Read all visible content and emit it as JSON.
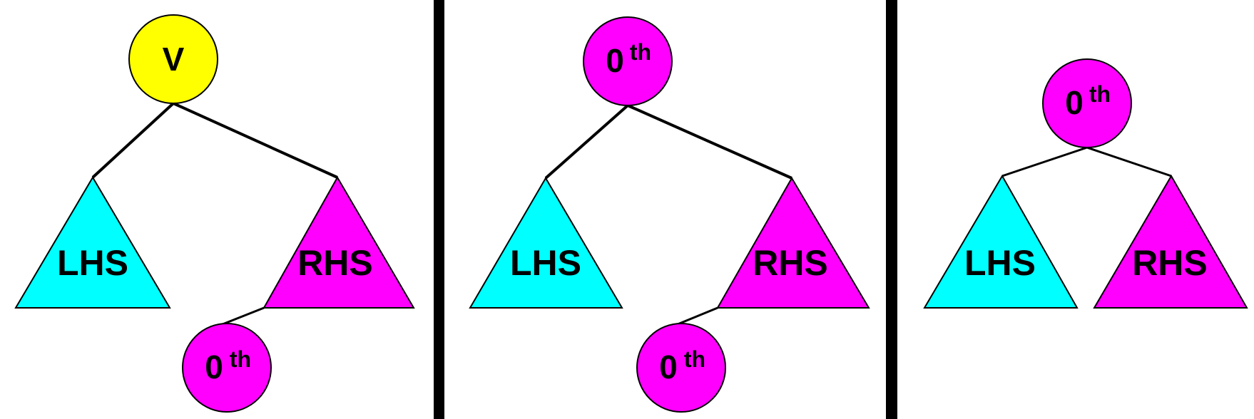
{
  "colors": {
    "root_v": "#ffff00",
    "node_magenta": "#ff00ff",
    "lhs_cyan": "#00ffff",
    "rhs_magenta": "#ff00ff",
    "line": "#000000",
    "divider": "#000000",
    "background": "#ffffff"
  },
  "panels": [
    {
      "root": {
        "main": "V",
        "sup": ""
      },
      "lhs": {
        "label": "LHS"
      },
      "rhs": {
        "label": "RHS"
      },
      "child": {
        "main": "0",
        "sup": "th"
      }
    },
    {
      "root": {
        "main": "0",
        "sup": "th"
      },
      "lhs": {
        "label": "LHS"
      },
      "rhs": {
        "label": "RHS"
      },
      "child": {
        "main": "0",
        "sup": "th"
      }
    },
    {
      "root": {
        "main": "0",
        "sup": "th"
      },
      "lhs": {
        "label": "LHS"
      },
      "rhs": {
        "label": "RHS"
      }
    }
  ]
}
